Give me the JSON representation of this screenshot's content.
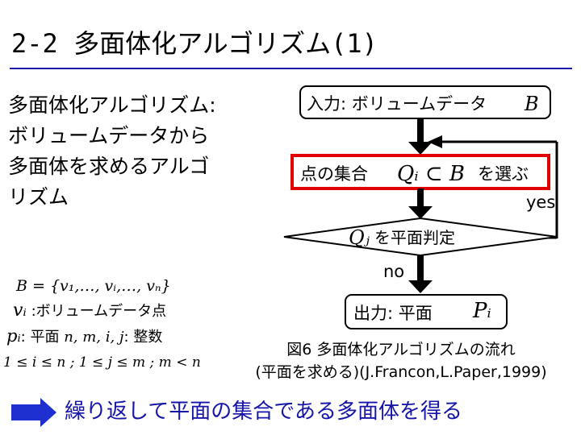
{
  "slide": {
    "title": "2-2 多面体化アルゴリズム(1)",
    "description": [
      "多面体化アルゴリズム:",
      "ボリュームデータから",
      "多面体を求めるアルゴ",
      "リズム"
    ],
    "definitions": {
      "set_b": "B = {v₁,…, vᵢ,…, vₙ}",
      "v_var": "vᵢ",
      "v_desc": ":ボリュームデータ点",
      "p_var": "pᵢ",
      "p_desc_1": ": 平面",
      "indices": "n, m, i, j",
      "p_desc_2": ": 整数",
      "constraints": "1 ≤ i ≤ n ; 1 ≤ j ≤ m ; m < n"
    },
    "flowchart": {
      "input_label": "入力: ボリュームデータ",
      "input_var": "B",
      "select_label_1": "点の集合",
      "select_formula": "Qᵢ ⊂ B",
      "select_label_2": "を選ぶ",
      "decision_var": "Qⱼ",
      "decision_label": "を平面判定",
      "yes_label": "yes",
      "no_label": "no",
      "output_label": "出力: 平面",
      "output_var": "Pᵢ"
    },
    "caption": [
      "図6 多面体化アルゴリズムの流れ",
      "(平面を求める)(J.Francon,L.Paper,1999)"
    ],
    "summary": "繰り返して平面の集合である多面体を得る",
    "colors": {
      "title_rule": "#1a1aa6",
      "highlight_border": "#e00000",
      "arrow_accent": "#1e2fd0",
      "summary_text": "#1515a8"
    }
  }
}
